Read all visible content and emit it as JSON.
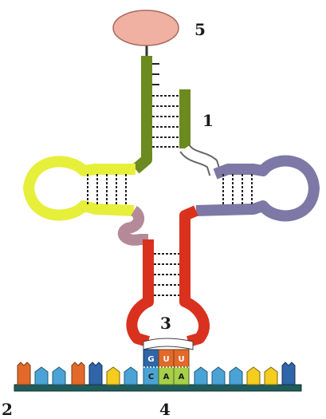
{
  "labels": {
    "label_1": "1",
    "label_2": "2",
    "label_3": "3",
    "label_4": "4",
    "label_5": "5"
  },
  "anticodon": {
    "codon_letters": [
      "C",
      "A",
      "A"
    ],
    "anticodon_letters": [
      "G",
      "U",
      "U"
    ]
  },
  "colors": {
    "acceptor_arm": "#6b8a1f",
    "d_arm": "#e6ef3a",
    "tpsi_arm": "#7d78a6",
    "anticodon_arm": "#d9311e",
    "variable_loop": "#b58a98",
    "amino_acid": "#f0b1a3",
    "mrna_strand": "#1f5c5a",
    "hydrogen_bond": "#222222"
  }
}
